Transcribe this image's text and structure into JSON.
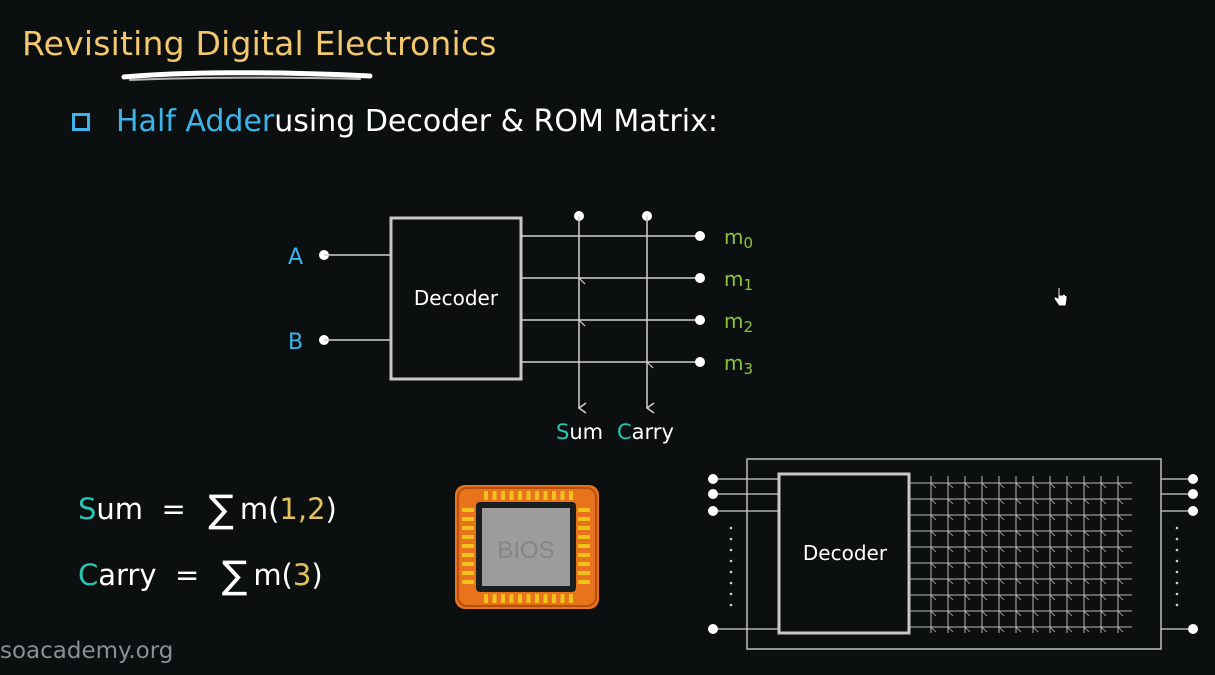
{
  "slide": {
    "title": "Revisiting Digital Electronics",
    "bullet_highlight": "Half Adder",
    "bullet_rest": " using Decoder & ROM Matrix:"
  },
  "diagram": {
    "input_a": "A",
    "input_b": "B",
    "decoder_label": "Decoder",
    "minterms": [
      "m0",
      "m1",
      "m2",
      "m3"
    ],
    "output_sum_first": "S",
    "output_sum_rest": "um",
    "output_carry_first": "C",
    "output_carry_rest": "arry"
  },
  "equations": {
    "sum_first": "S",
    "sum_rest": "um",
    "sum_args": "1,2",
    "carry_first": "C",
    "carry_rest": "arry",
    "carry_args": "3",
    "sigma": "∑",
    "prefix": "m("
  },
  "chip": {
    "label": "BIOS"
  },
  "rom_block": {
    "decoder_label": "Decoder"
  },
  "watermark": "soacademy.org",
  "colors": {
    "title": "#f2c76d",
    "accent_blue": "#3cb4ea",
    "teal": "#27c6b3",
    "minterm_green": "#8dc43f",
    "number_yellow": "#e2c15c",
    "chip_orange": "#e8731c"
  }
}
